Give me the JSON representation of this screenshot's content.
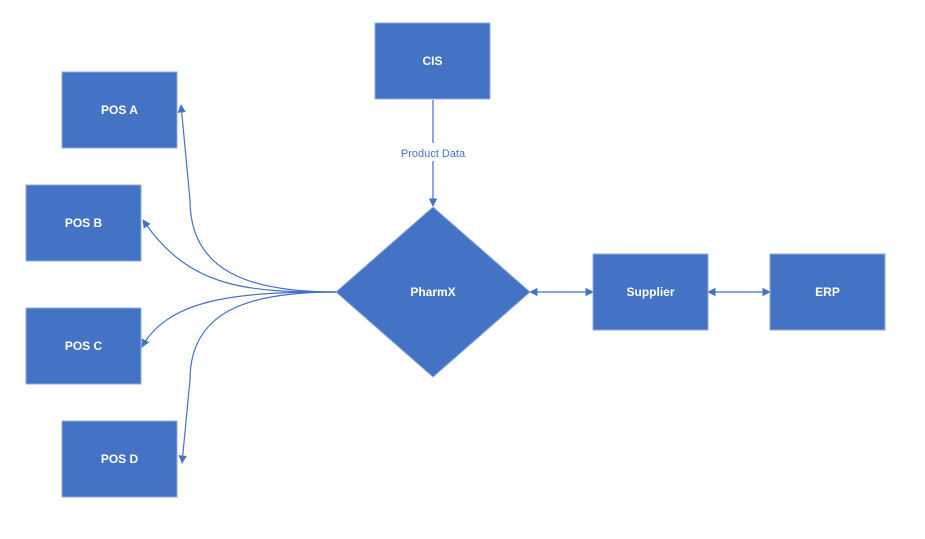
{
  "colors": {
    "node_fill": "#4472C4",
    "node_stroke": "#8FAADC",
    "edge": "#4472C4",
    "label_text": "#FFFFFF",
    "edge_label_text": "#4472C4"
  },
  "nodes": {
    "cis": {
      "label": "CIS",
      "shape": "rectangle"
    },
    "pos_a": {
      "label": "POS A",
      "shape": "rectangle"
    },
    "pos_b": {
      "label": "POS B",
      "shape": "rectangle"
    },
    "pos_c": {
      "label": "POS C",
      "shape": "rectangle"
    },
    "pos_d": {
      "label": "POS D",
      "shape": "rectangle"
    },
    "pharmx": {
      "label": "PharmX",
      "shape": "diamond"
    },
    "supplier": {
      "label": "Supplier",
      "shape": "rectangle"
    },
    "erp": {
      "label": "ERP",
      "shape": "rectangle"
    }
  },
  "edges": {
    "cis_pharmx": {
      "from": "CIS",
      "to": "PharmX",
      "direction": "one-way",
      "label": "Product Data"
    },
    "pharmx_pos_a": {
      "from": "PharmX",
      "to": "POS A",
      "direction": "one-way"
    },
    "pharmx_pos_b": {
      "from": "PharmX",
      "to": "POS B",
      "direction": "one-way"
    },
    "pharmx_pos_c": {
      "from": "PharmX",
      "to": "POS C",
      "direction": "one-way"
    },
    "pharmx_pos_d": {
      "from": "PharmX",
      "to": "POS D",
      "direction": "one-way"
    },
    "pharmx_supplier": {
      "from": "PharmX",
      "to": "Supplier",
      "direction": "two-way"
    },
    "supplier_erp": {
      "from": "Supplier",
      "to": "ERP",
      "direction": "two-way"
    }
  }
}
